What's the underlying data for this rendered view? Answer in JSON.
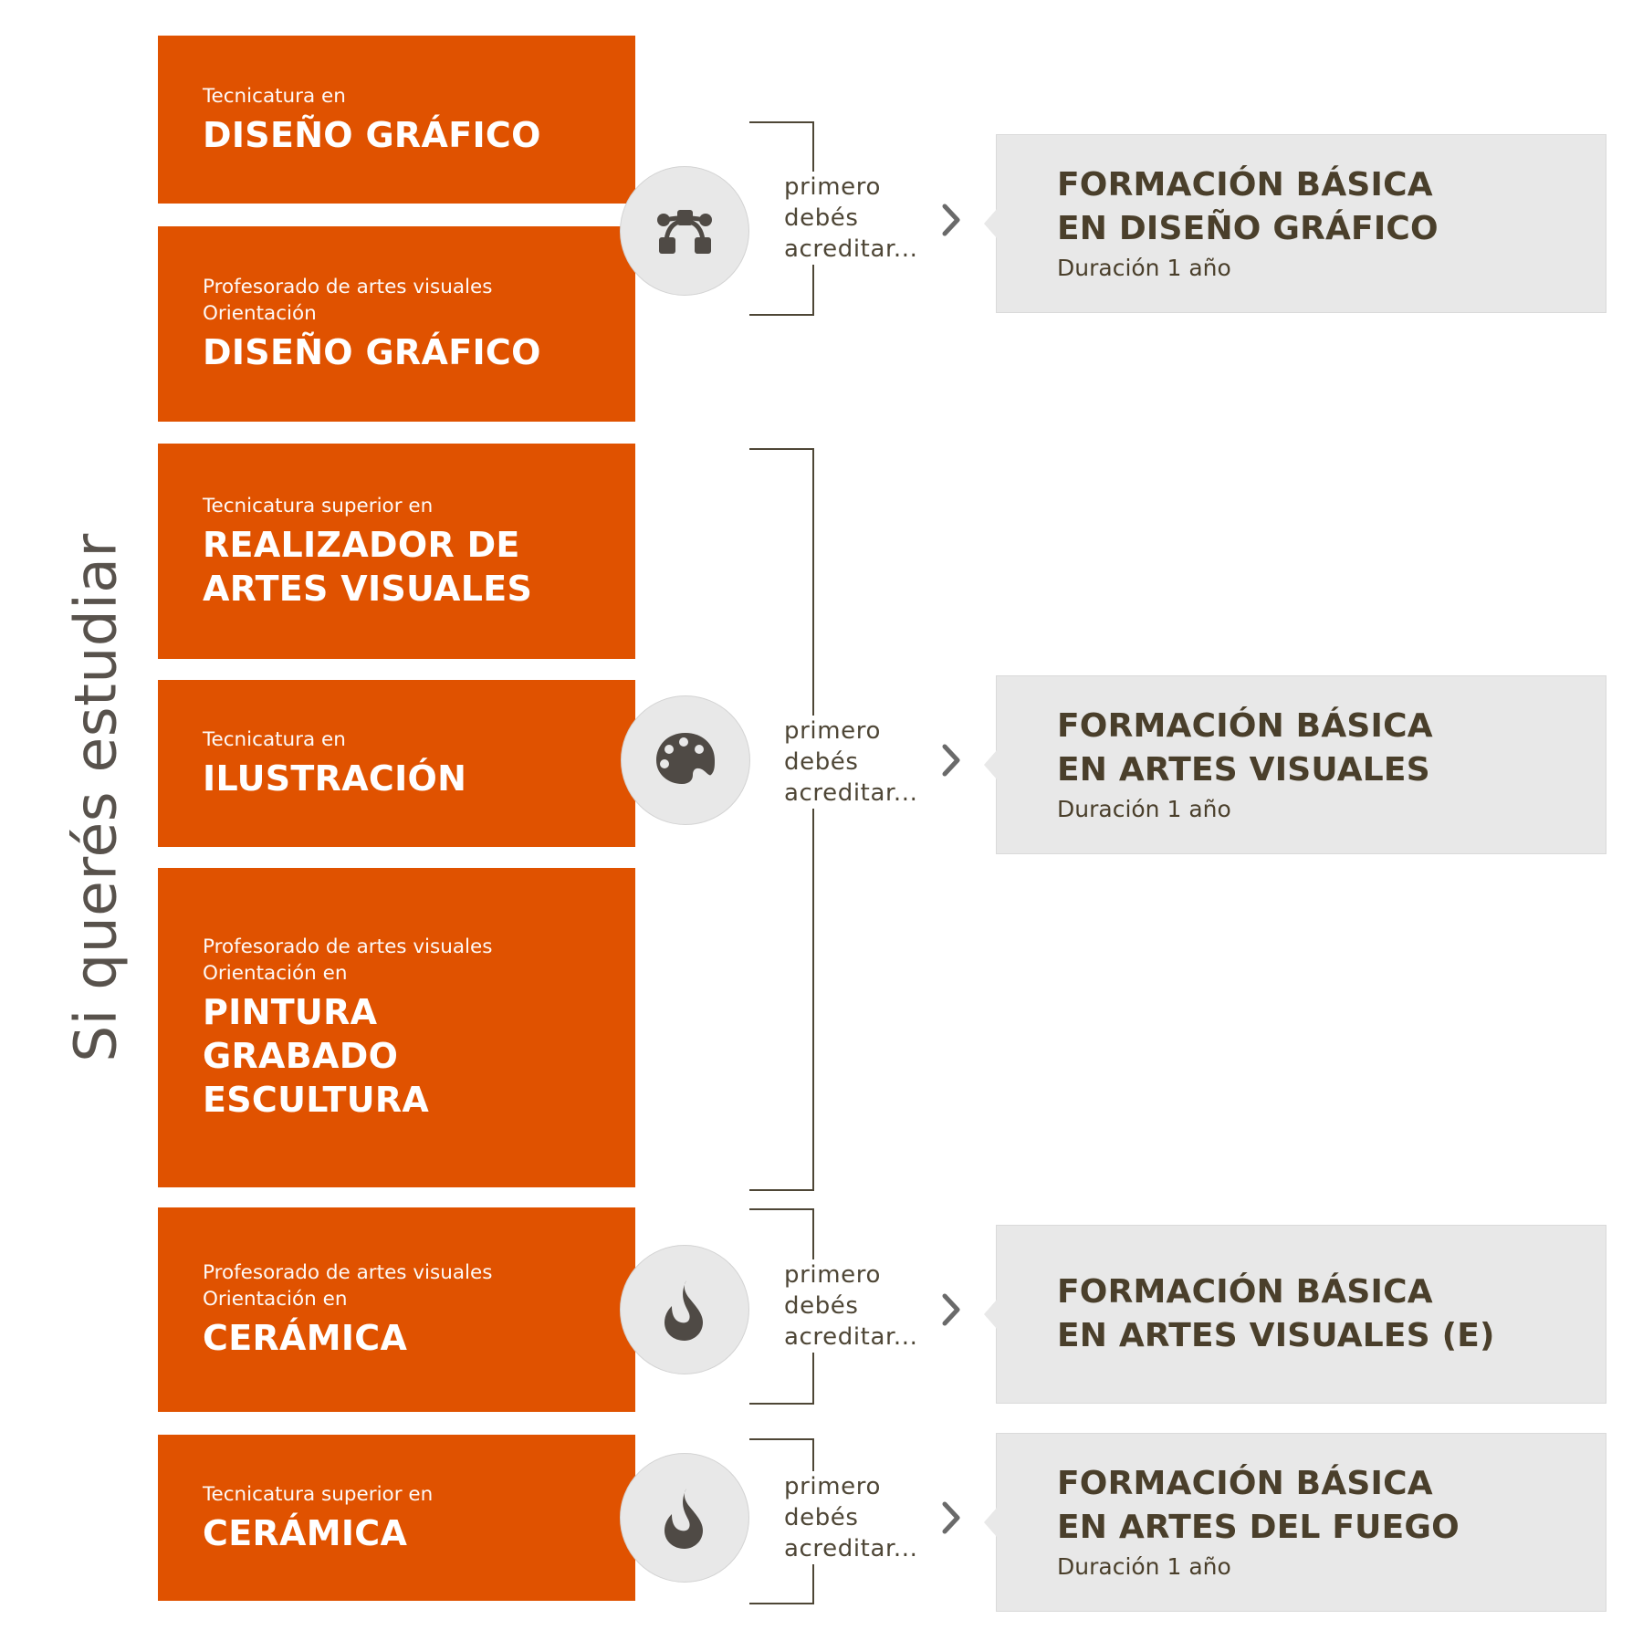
{
  "side_title": "Si querés estudiar",
  "careers": [
    {
      "subtitle": "Tecnicatura en",
      "name": "DISEÑO GRÁFICO"
    },
    {
      "subtitle": "Profesorado de artes visuales\nOrientación",
      "name": "DISEÑO GRÁFICO"
    },
    {
      "subtitle": "Tecnicatura superior en",
      "name": "REALIZADOR DE\nARTES VISUALES"
    },
    {
      "subtitle": "Tecnicatura en",
      "name": "ILUSTRACIÓN"
    },
    {
      "subtitle": "Profesorado de artes visuales\nOrientación en",
      "name": "PINTURA\nGRABADO\nESCULTURA"
    },
    {
      "subtitle": "Profesorado de artes visuales\nOrientación en",
      "name": "CERÁMICA"
    },
    {
      "subtitle": "Tecnicatura superior en",
      "name": "CERÁMICA"
    }
  ],
  "groups": [
    {
      "icon": "vector-bezier-icon",
      "requirement": "primero\ndebés\nacreditar...",
      "target_title": "FORMACIÓN BÁSICA\nEN DISEÑO GRÁFICO",
      "target_duration": "Duración 1 año"
    },
    {
      "icon": "palette-icon",
      "requirement": "primero\ndebés\nacreditar...",
      "target_title": "FORMACIÓN BÁSICA\nEN ARTES VISUALES",
      "target_duration": "Duración 1 año"
    },
    {
      "icon": "flame-icon",
      "requirement": "primero\ndebés\nacreditar...",
      "target_title": "FORMACIÓN BÁSICA\nEN ARTES VISUALES (E)",
      "target_duration": ""
    },
    {
      "icon": "flame-icon",
      "requirement": "primero\ndebés\nacreditar...",
      "target_title": "FORMACIÓN BÁSICA\nEN ARTES DEL FUEGO",
      "target_duration": "Duración 1 año"
    }
  ],
  "colors": {
    "career_bg": "#e05200",
    "target_bg": "#e8e8e8",
    "target_text": "#4a3f2b",
    "icon": "#4f4a45",
    "bracket": "#4e4636"
  }
}
